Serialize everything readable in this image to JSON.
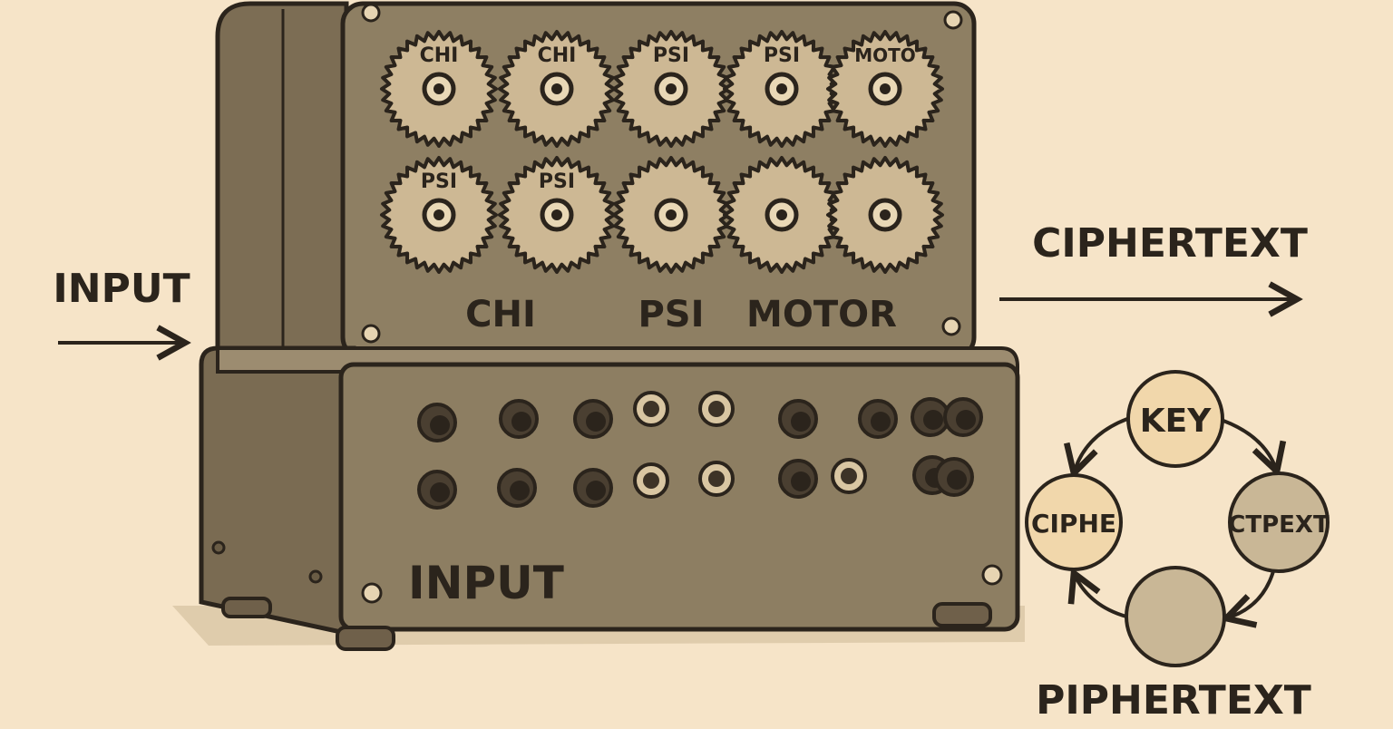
{
  "colors": {
    "background": "#f6e4c8",
    "machine_body": "#8a7a5e",
    "machine_panel": "#95856a",
    "gear_fill": "#cdb894",
    "outline": "#2b241c",
    "node_light": "#f1d7ab",
    "node_mid": "#c9b796"
  },
  "labels": {
    "input_left": "INPUT",
    "ciphertext_right": "CIPHERTEXT",
    "base_input": "INPUT",
    "group_chi": "CHI",
    "group_psi": "PSI",
    "group_motor": "MOTOR"
  },
  "gears": {
    "top_row": [
      {
        "label": "CHI",
        "icon": "gear-icon"
      },
      {
        "label": "CHI",
        "icon": "gear-icon"
      },
      {
        "label": "PSI",
        "icon": "gear-icon"
      },
      {
        "label": "PSI",
        "icon": "gear-icon"
      },
      {
        "label": "MOTO",
        "icon": "gear-icon"
      }
    ],
    "bottom_row": [
      {
        "label": "PSI",
        "icon": "gear-icon"
      },
      {
        "label": "PSI",
        "icon": "gear-icon"
      },
      {
        "label": "",
        "icon": "gear-icon"
      },
      {
        "label": "",
        "icon": "gear-icon"
      },
      {
        "label": "",
        "icon": "gear-icon"
      }
    ]
  },
  "cycle": {
    "nodes": [
      {
        "label": "KEY",
        "color": "#f1d7ab"
      },
      {
        "label": "CTPEXT",
        "color": "#c9b796"
      },
      {
        "label": "",
        "color": "#c9b796"
      },
      {
        "label": "CIPHE",
        "color": "#f1d7ab"
      }
    ],
    "caption": "PIPHERTEXT"
  }
}
